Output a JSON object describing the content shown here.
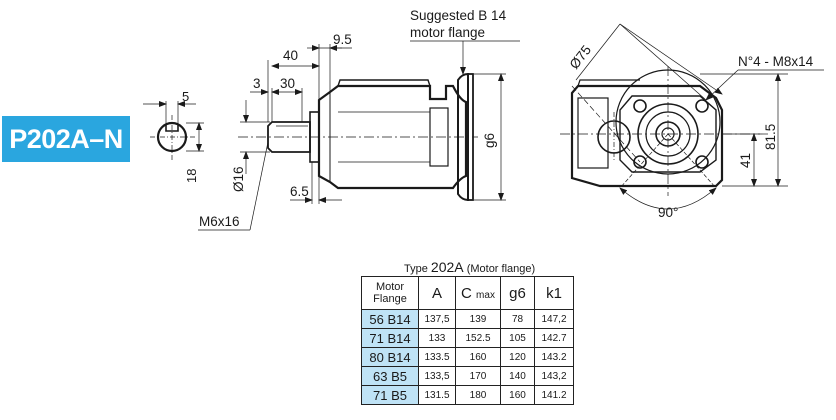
{
  "badge": "P202A–N",
  "labels": {
    "suggested_line1": "Suggested B 14",
    "suggested_line2": "motor flange",
    "d40": "40",
    "d95": "9.5",
    "d3": "3",
    "d30": "30",
    "d5": "5",
    "d18": "18",
    "d16": "Ø16",
    "d65": "6.5",
    "m6": "M6x16",
    "g6": "g6",
    "d75": "Ø75",
    "holes": "N°4 - M8x14",
    "d815": "81.5",
    "d41": "41",
    "angle": "90°"
  },
  "table": {
    "caption_prefix": "Type",
    "caption_type": "202A",
    "caption_suffix": "(Motor flange)",
    "headers": {
      "flange_line1": "Motor",
      "flange_line2": "Flange",
      "a": "A",
      "c": "C",
      "c_sub": "max",
      "g6": "g6",
      "k1": "k1"
    },
    "rows": [
      [
        "56 B14",
        "137,5",
        "139",
        "78",
        "147,2"
      ],
      [
        "71 B14",
        "133",
        "152.5",
        "105",
        "142.7"
      ],
      [
        "80 B14",
        "133.5",
        "160",
        "120",
        "143.2"
      ],
      [
        "63 B5",
        "133,5",
        "170",
        "140",
        "143,2"
      ],
      [
        "71 B5",
        "131.5",
        "180",
        "160",
        "141.2"
      ]
    ]
  },
  "colors": {
    "badge": "#2aa6df",
    "flange_cell": "#bfe3f6"
  }
}
